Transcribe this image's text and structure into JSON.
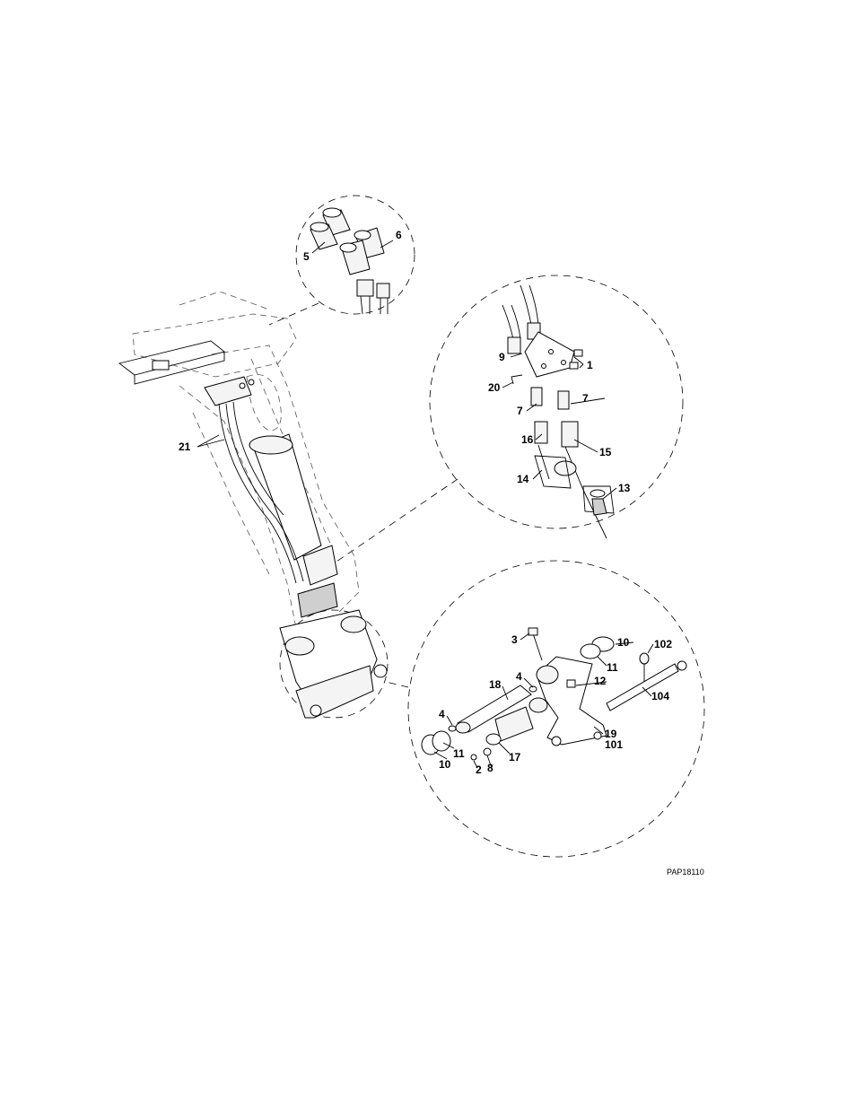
{
  "figure_id": "PAP18110",
  "callouts": [
    {
      "id": "c5",
      "text": "5"
    },
    {
      "id": "c6",
      "text": "6"
    },
    {
      "id": "c9",
      "text": "9"
    },
    {
      "id": "c1",
      "text": "1"
    },
    {
      "id": "c20",
      "text": "20"
    },
    {
      "id": "c7a",
      "text": "7"
    },
    {
      "id": "c7b",
      "text": "7"
    },
    {
      "id": "c16",
      "text": "16"
    },
    {
      "id": "c15",
      "text": "15"
    },
    {
      "id": "c14",
      "text": "14"
    },
    {
      "id": "c13",
      "text": "13"
    },
    {
      "id": "c21",
      "text": "21"
    },
    {
      "id": "c3",
      "text": "3"
    },
    {
      "id": "c10a",
      "text": "10"
    },
    {
      "id": "c102",
      "text": "102"
    },
    {
      "id": "c11a",
      "text": "11"
    },
    {
      "id": "c4a",
      "text": "4"
    },
    {
      "id": "c12",
      "text": "12"
    },
    {
      "id": "c18",
      "text": "18"
    },
    {
      "id": "c104",
      "text": "104"
    },
    {
      "id": "c4b",
      "text": "4"
    },
    {
      "id": "c19",
      "text": "19"
    },
    {
      "id": "c101",
      "text": "101"
    },
    {
      "id": "c11b",
      "text": "11"
    },
    {
      "id": "c10b",
      "text": "10"
    },
    {
      "id": "c8",
      "text": "8"
    },
    {
      "id": "c17",
      "text": "17"
    },
    {
      "id": "c2",
      "text": "2"
    }
  ]
}
